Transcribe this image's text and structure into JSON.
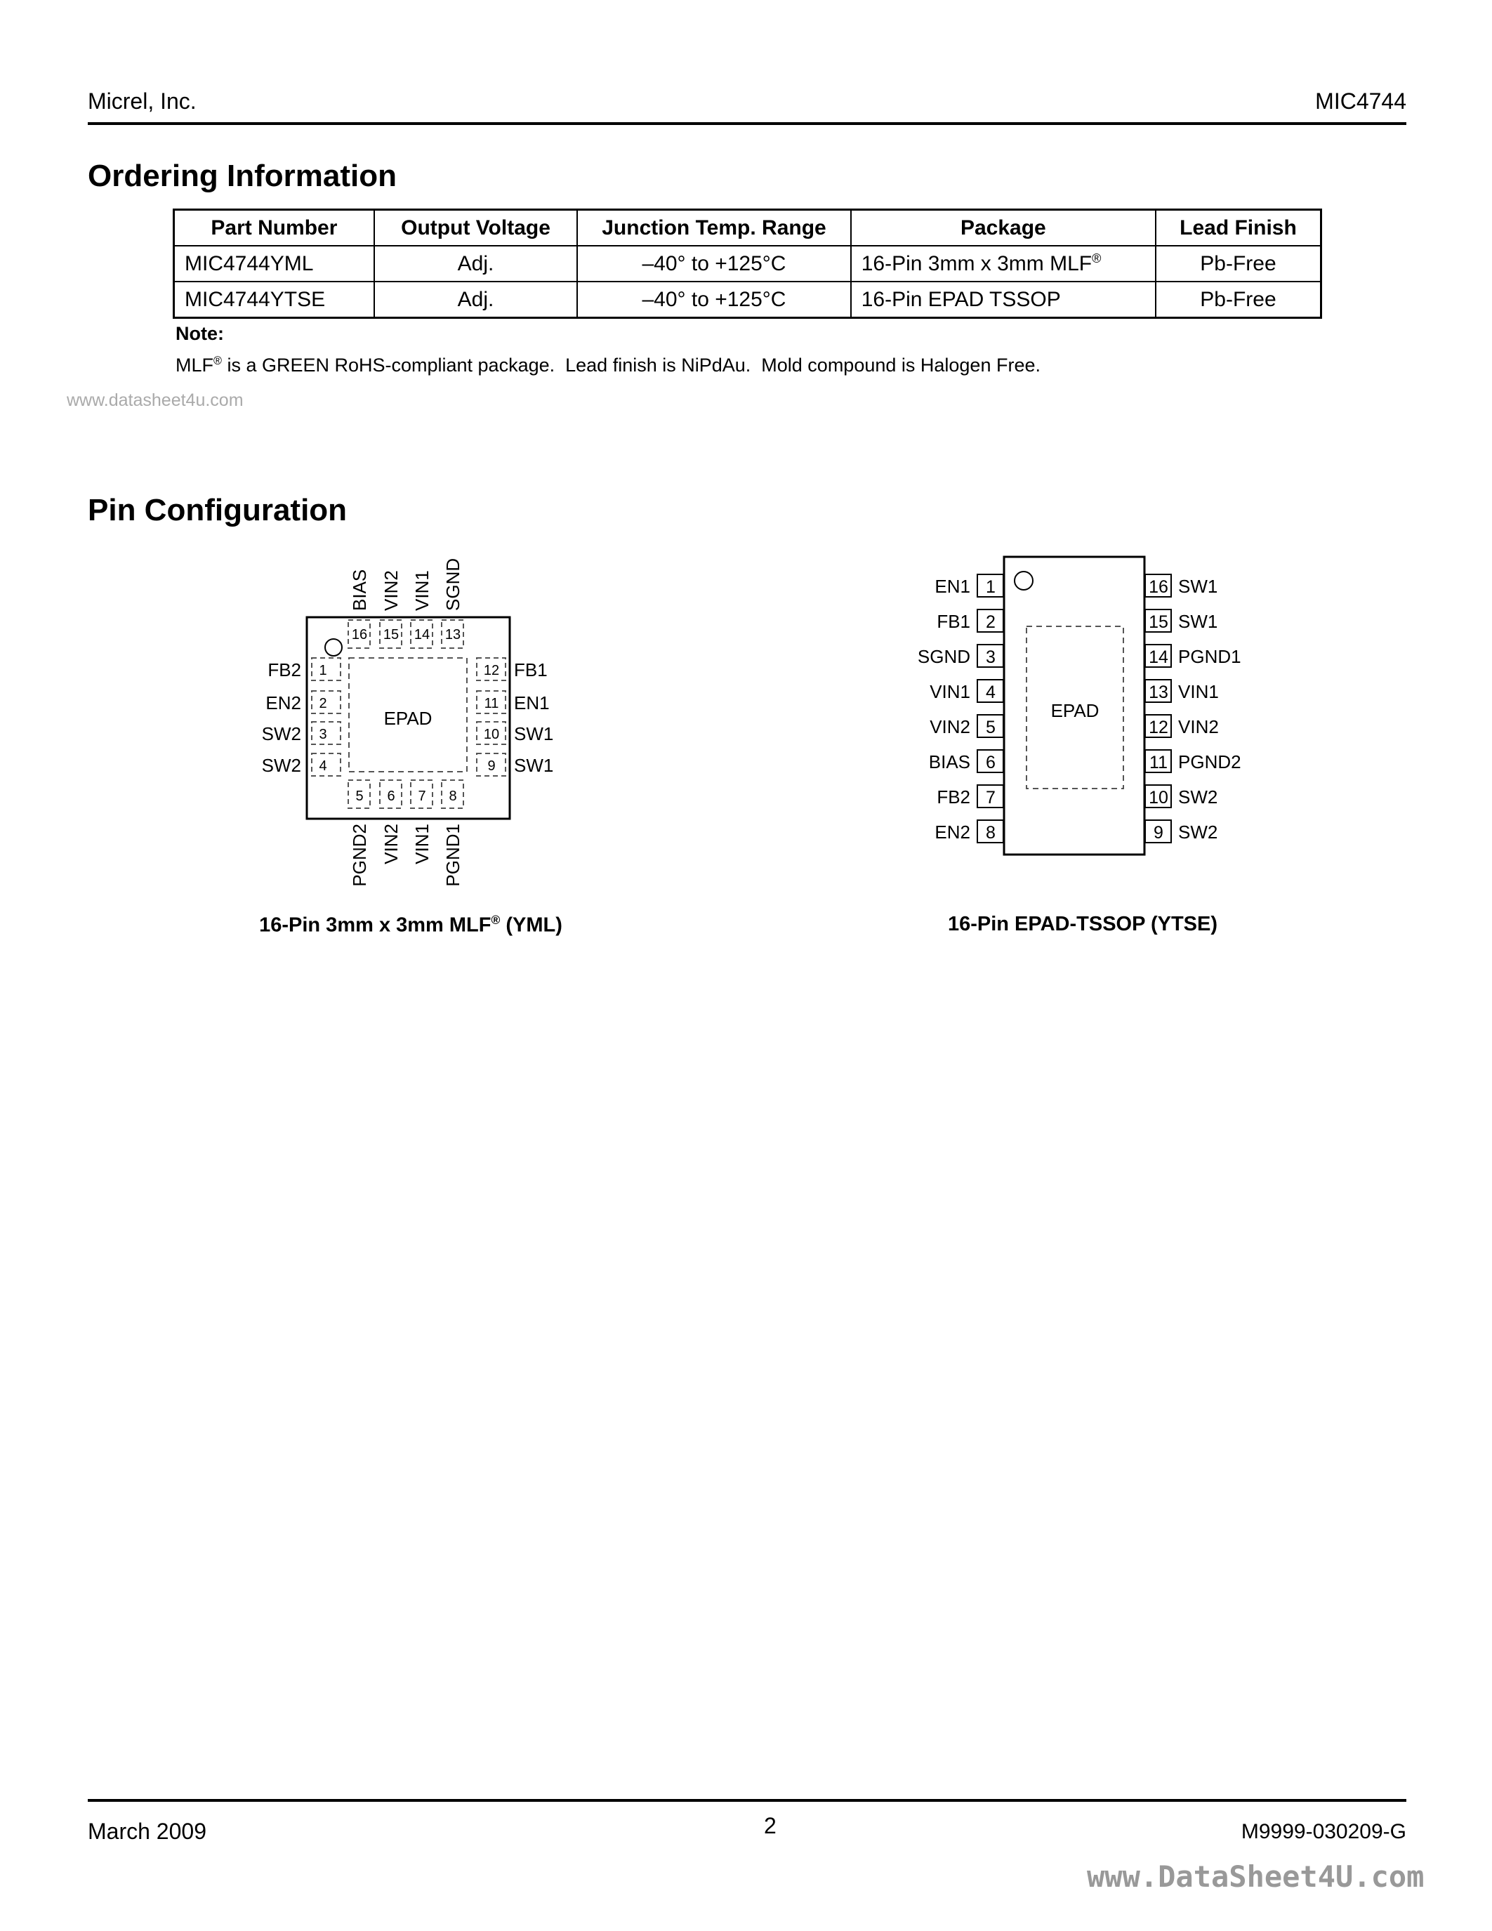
{
  "header": {
    "company": "Micrel, Inc.",
    "part": "MIC4744"
  },
  "ordering": {
    "title": "Ordering Information",
    "columns": [
      "Part Number",
      "Output Voltage",
      "Junction Temp. Range",
      "Package",
      "Lead Finish"
    ],
    "rows": [
      [
        "MIC4744YML",
        "Adj.",
        "–40° to +125°C",
        "16-Pin 3mm x 3mm MLF",
        "Pb-Free"
      ],
      [
        "MIC4744YTSE",
        "Adj.",
        "–40° to +125°C",
        "16-Pin EPAD TSSOP",
        "Pb-Free"
      ]
    ],
    "registered": "®",
    "note_label": "Note:",
    "note_prefix": "MLF",
    "note_text": " is a GREEN RoHS-compliant package.  Lead finish is NiPdAu.  Mold compound is Halogen Free."
  },
  "pin_config": {
    "title": "Pin Configuration",
    "mlf": {
      "epad": "EPAD",
      "pins": {
        "1": "FB2",
        "2": "EN2",
        "3": "SW2",
        "4": "SW2",
        "5": "PGND2",
        "6": "VIN2",
        "7": "VIN1",
        "8": "PGND1",
        "9": "SW1",
        "10": "SW1",
        "11": "EN1",
        "12": "FB1",
        "13": "SGND",
        "14": "VIN1",
        "15": "VIN2",
        "16": "BIAS"
      },
      "caption_prefix": "16-Pin 3mm x 3mm MLF",
      "caption_suffix": " (YML)"
    },
    "tssop": {
      "epad": "EPAD",
      "pins": {
        "1": "EN1",
        "2": "FB1",
        "3": "SGND",
        "4": "VIN1",
        "5": "VIN2",
        "6": "BIAS",
        "7": "FB2",
        "8": "EN2",
        "9": "SW2",
        "10": "SW2",
        "11": "PGND2",
        "12": "VIN2",
        "13": "VIN1",
        "14": "PGND1",
        "15": "SW1",
        "16": "SW1"
      },
      "caption": "16-Pin EPAD-TSSOP (YTSE)"
    }
  },
  "footer": {
    "date": "March 2009",
    "page": "2",
    "doc": "M9999-030209-G"
  },
  "watermarks": {
    "small": "www.datasheet4u.com",
    "large": "www.DataSheet4U.com"
  }
}
